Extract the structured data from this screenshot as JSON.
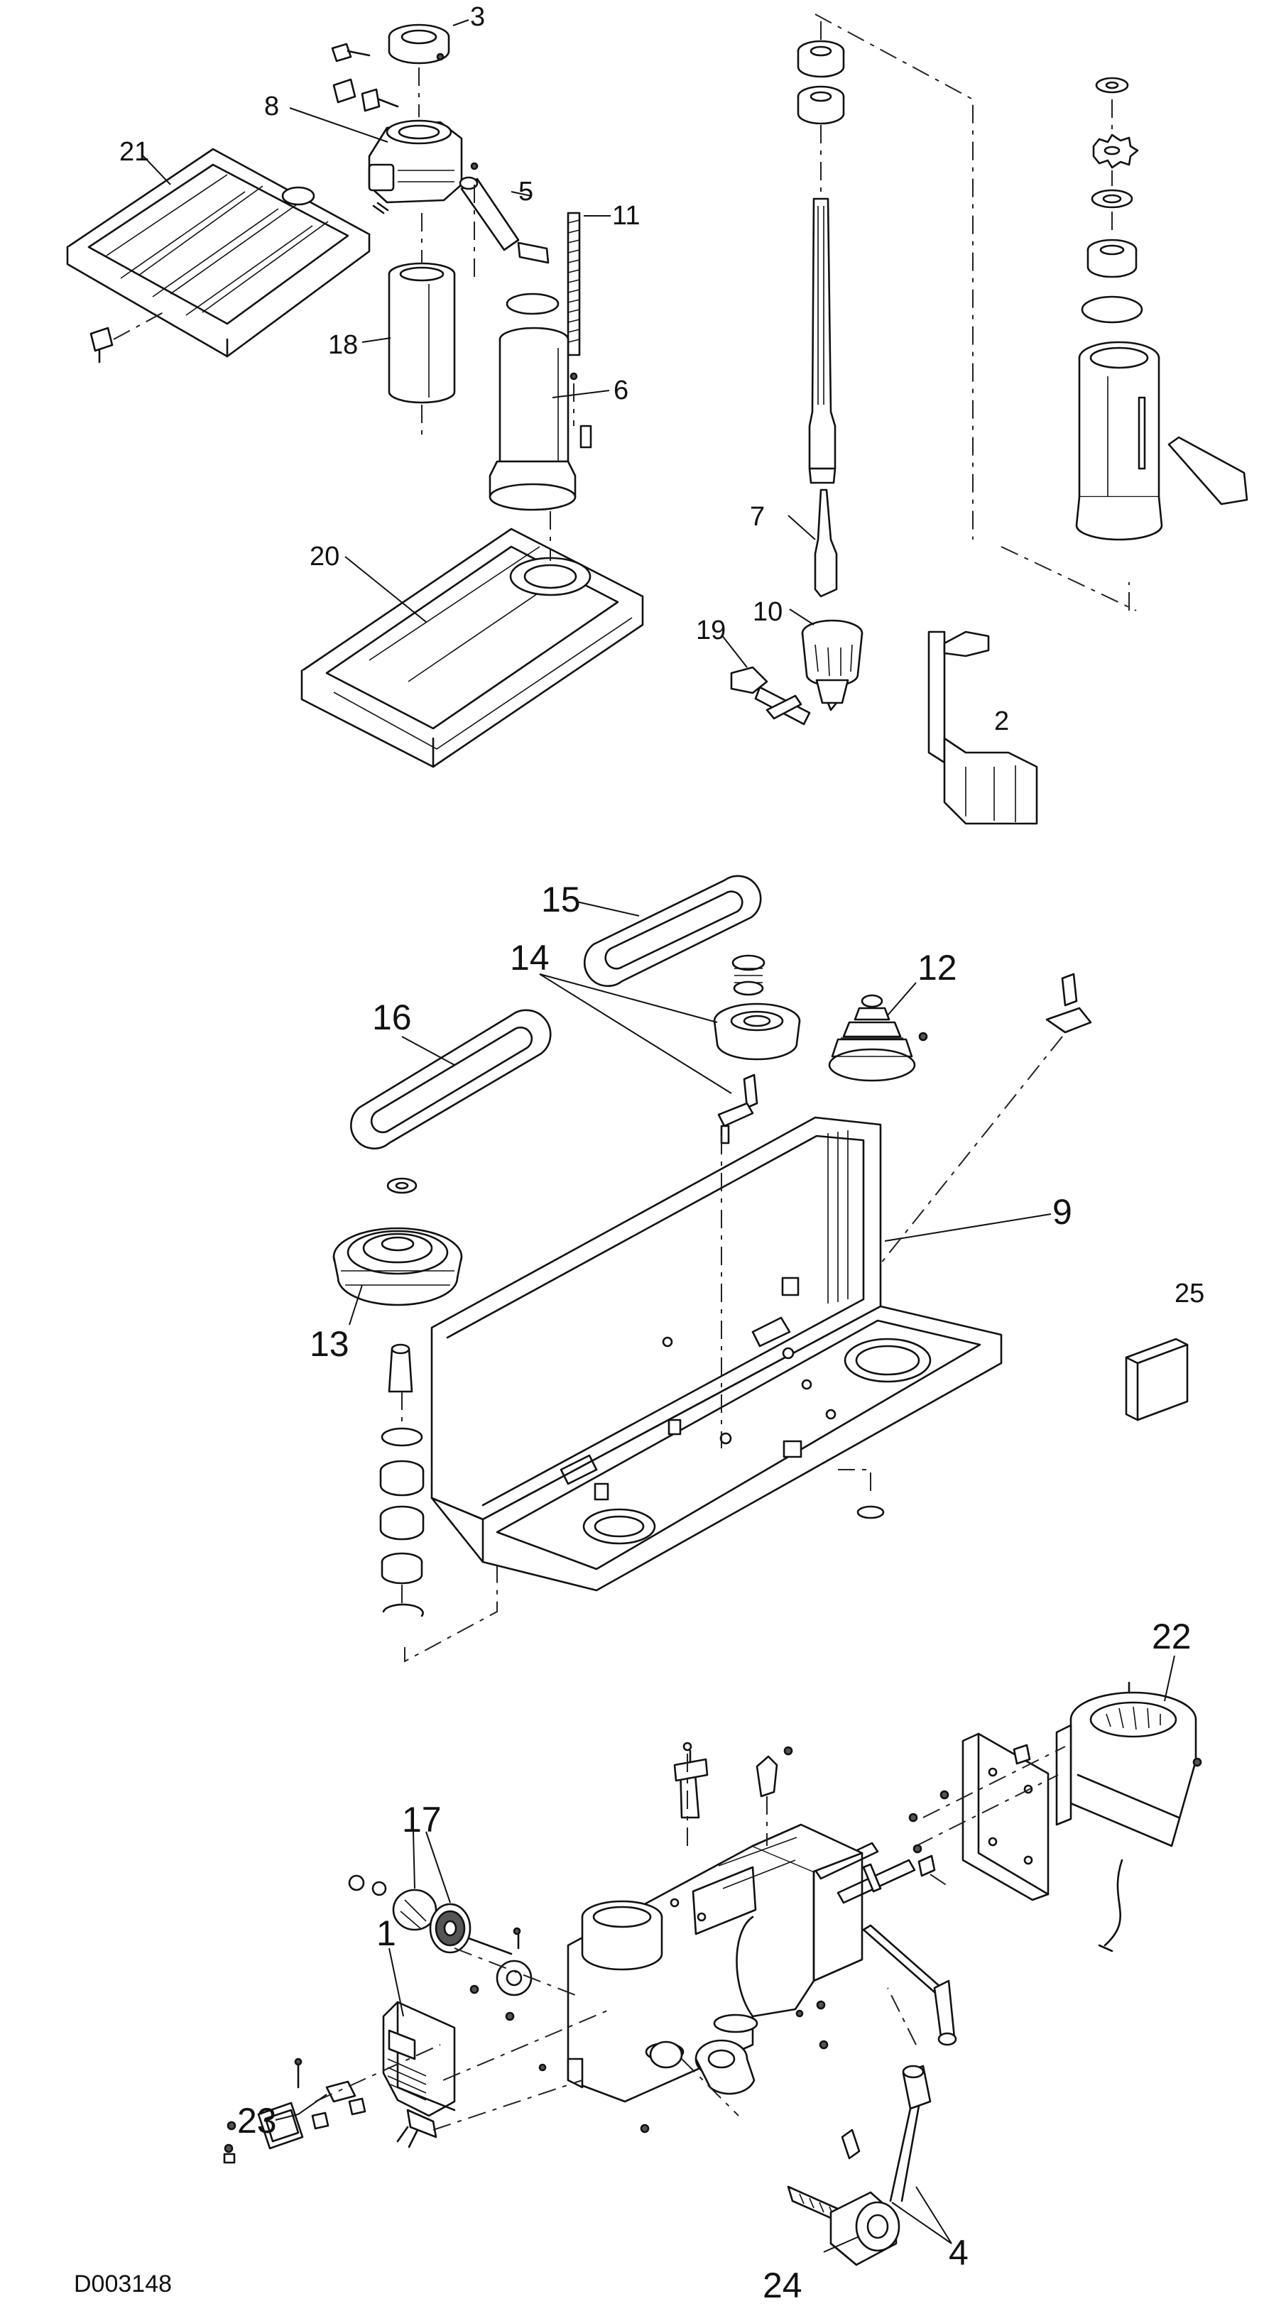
{
  "doc_code": "D003148",
  "callouts": [
    {
      "id": "3",
      "text": "3"
    },
    {
      "id": "8",
      "text": "8"
    },
    {
      "id": "21",
      "text": "21"
    },
    {
      "id": "5",
      "text": "5"
    },
    {
      "id": "11",
      "text": "11"
    },
    {
      "id": "18",
      "text": "18"
    },
    {
      "id": "6",
      "text": "6"
    },
    {
      "id": "20",
      "text": "20"
    },
    {
      "id": "7",
      "text": "7"
    },
    {
      "id": "19",
      "text": "19"
    },
    {
      "id": "10",
      "text": "10"
    },
    {
      "id": "2",
      "text": "2"
    },
    {
      "id": "15",
      "text": "15"
    },
    {
      "id": "14",
      "text": "14"
    },
    {
      "id": "12",
      "text": "12"
    },
    {
      "id": "16",
      "text": "16"
    },
    {
      "id": "9",
      "text": "9"
    },
    {
      "id": "25",
      "text": "25"
    },
    {
      "id": "13",
      "text": "13"
    },
    {
      "id": "22",
      "text": "22"
    },
    {
      "id": "17",
      "text": "17"
    },
    {
      "id": "1",
      "text": "1"
    },
    {
      "id": "23",
      "text": "23"
    },
    {
      "id": "4",
      "text": "4"
    },
    {
      "id": "24",
      "text": "24"
    }
  ]
}
